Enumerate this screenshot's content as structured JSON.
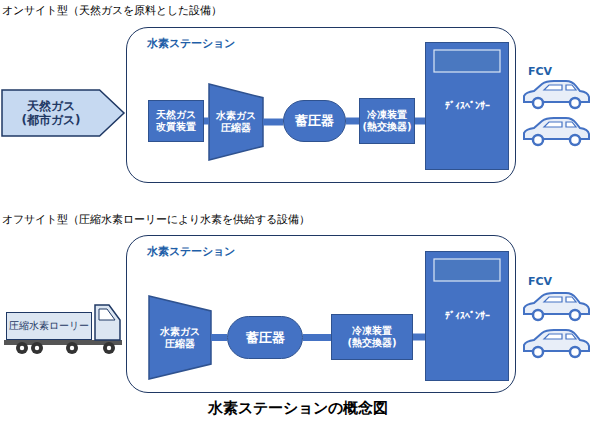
{
  "diagram": {
    "title": "水素ステーションの概念図",
    "nodes": [
      {
        "text": [
          "天然ガス (都市ガス)"
        ]
      },
      {
        "text": [
          "水素ステーション"
        ]
      },
      {
        "text": [
          "天然ガス 改質装置"
        ],
        "in": 1
      },
      {
        "text": [
          "水素ガス 圧縮器"
        ],
        "in": 1
      },
      {
        "text": [
          "蓄圧器"
        ],
        "in": 1
      },
      {
        "text": [
          "冷凍装置 (熱交換器)"
        ],
        "in": 1
      },
      {
        "text": [
          "ﾃﾞｨｽﾍﾟﾝｻｰ"
        ],
        "in": 1
      },
      {
        "text": [
          "圧縮水素ローリー"
        ]
      },
      {
        "text": [
          "水素ステーション"
        ]
      },
      {
        "text": [
          "水素ガス 圧縮器"
        ],
        "in": 8
      },
      {
        "text": [
          "蓄圧器"
        ],
        "in": 8
      },
      {
        "text": [
          "冷凍装置 (熱交換器)"
        ],
        "in": 8
      },
      {
        "text": [
          "ﾃﾞｨｽﾍﾟﾝｻｰ"
        ],
        "in": 8
      }
    ],
    "edges": [
      {
        "from": 2,
        "to": 3,
        "arrow": "none"
      },
      {
        "from": 3,
        "to": 4,
        "arrow": "none"
      },
      {
        "from": 4,
        "to": 5,
        "arrow": "none"
      },
      {
        "from": 5,
        "to": 6,
        "arrow": "none"
      },
      {
        "from": 9,
        "to": 10,
        "arrow": "none"
      },
      {
        "from": 10,
        "to": 11,
        "arrow": "none"
      },
      {
        "from": 11,
        "to": 12,
        "arrow": "none"
      }
    ],
    "labels": [
      "オンサイト型（天然ガスを原料とした設備）",
      "FCV",
      "オフサイト型（圧縮水素ローリーにより水素を供給する設備）",
      "FCV"
    ]
  }
}
